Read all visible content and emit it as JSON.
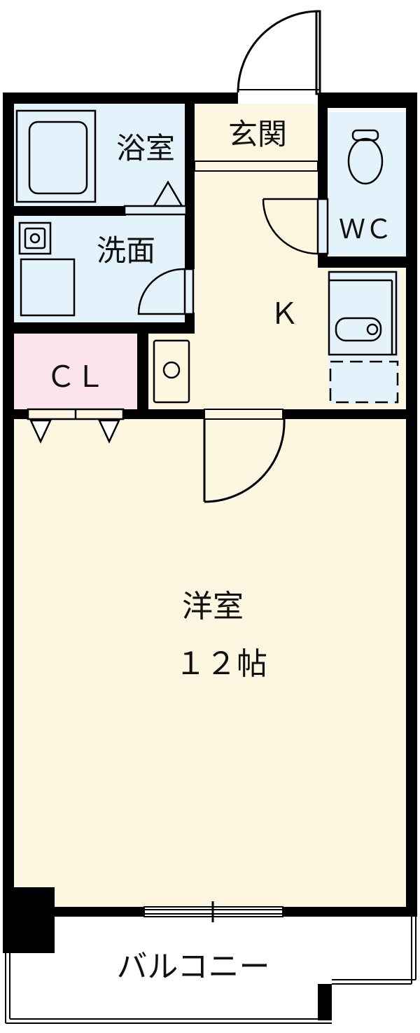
{
  "rooms": {
    "bath": "浴室",
    "entrance": "玄関",
    "wc": "ＷＣ",
    "washroom": "洗面",
    "kitchen": "Ｋ",
    "closet": "ＣＬ",
    "western_room": "洋室",
    "western_room_size": "１２帖",
    "balcony": "バルコニー"
  },
  "colors": {
    "wet_area": "#e4f3fb",
    "living_area": "#fdf7e2",
    "closet": "#fbe4ec",
    "wall": "#000000",
    "balcony": "#ffffff"
  }
}
